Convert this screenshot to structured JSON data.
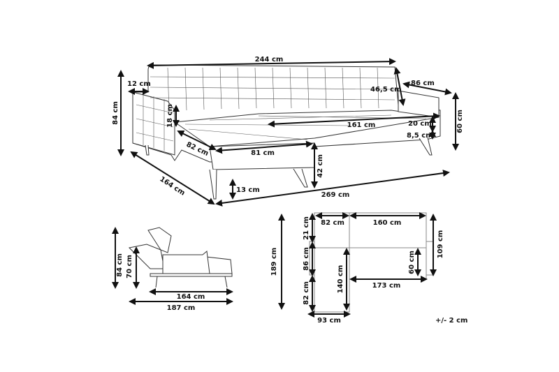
{
  "perspective_view": {
    "width_total": "244 cm",
    "armrest_width": "12 cm",
    "right_depth": "86 cm",
    "backrest_height": "46,5 cm",
    "total_height": "84 cm",
    "armrest_height": "18 cm",
    "seat_length": "161 cm",
    "cushion_height": "20 cm",
    "right_height": "60 cm",
    "base_height": "8,5 cm",
    "chaise_depth": "82 cm",
    "chaise_width": "81 cm",
    "seat_height": "42 cm",
    "left_depth": "164 cm",
    "leg_height": "13 cm",
    "length_total": "269 cm"
  },
  "side_view": {
    "height_total": "84 cm",
    "height_reclined": "70 cm",
    "length_base": "164 cm",
    "length_total": "187 cm"
  },
  "plan_view": {
    "depth_total": "189 cm",
    "chaise_seat_width": "82 cm",
    "main_seat_width": "160 cm",
    "back_depth": "21 cm",
    "right_total_depth": "109 cm",
    "arm_depth": "86 cm",
    "right_seat_depth": "60 cm",
    "chaise_length": "140 cm",
    "main_length": "173 cm",
    "chaise_extension": "82 cm",
    "chaise_total_width": "93 cm"
  },
  "tolerance": "+/- 2 cm"
}
